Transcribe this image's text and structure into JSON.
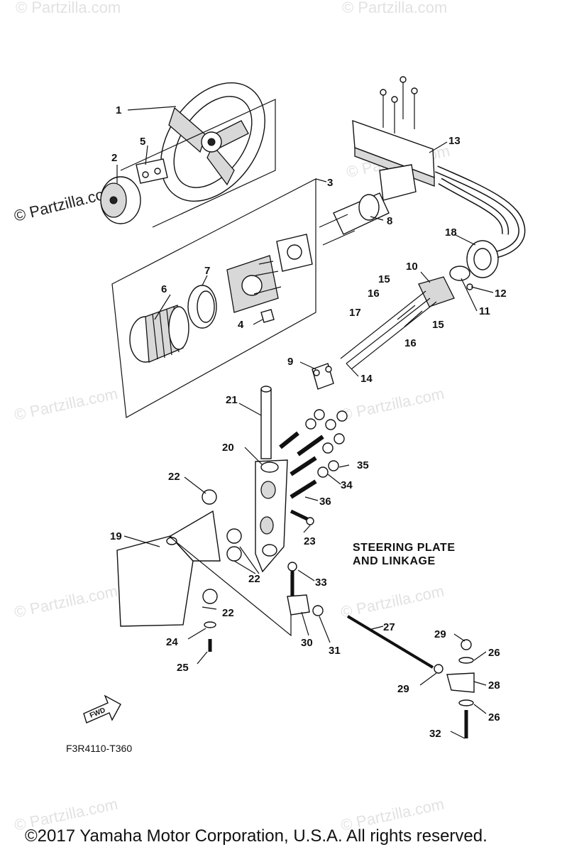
{
  "diagram": {
    "title_line1": "STEERING PLATE",
    "title_line2": "AND LINKAGE",
    "figure_code": "F3R4110-T360",
    "fwd_label": "FWD",
    "copyright": "©2017 Yamaha Motor Corporation, U.S.A. All rights reserved.",
    "watermark_main": "© Partzilla.com",
    "watermark_faint": "© Partzilla.com"
  },
  "callouts": {
    "c1": "1",
    "c2": "2",
    "c3": "3",
    "c4": "4",
    "c5": "5",
    "c6": "6",
    "c7": "7",
    "c8": "8",
    "c9": "9",
    "c10": "10",
    "c11": "11",
    "c12": "12",
    "c13": "13",
    "c14": "14",
    "c15a": "15",
    "c15b": "15",
    "c16a": "16",
    "c16b": "16",
    "c17": "17",
    "c18": "18",
    "c19": "19",
    "c20": "20",
    "c21": "21",
    "c22a": "22",
    "c22b": "22",
    "c22c": "22",
    "c23": "23",
    "c24": "24",
    "c25": "25",
    "c26a": "26",
    "c26b": "26",
    "c27": "27",
    "c28": "28",
    "c29a": "29",
    "c29b": "29",
    "c30": "30",
    "c31": "31",
    "c32": "32",
    "c33": "33",
    "c34": "34",
    "c35": "35",
    "c36": "36"
  }
}
